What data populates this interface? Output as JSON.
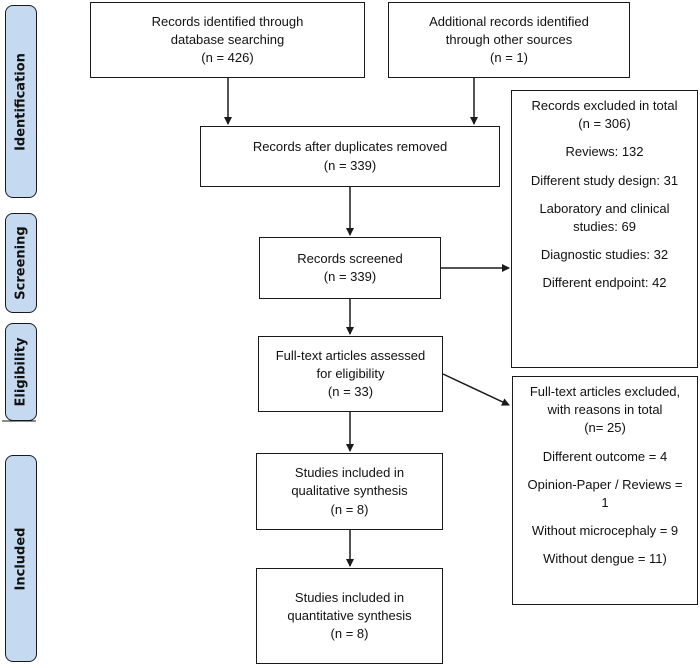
{
  "stages": {
    "identification": "Identification",
    "screening": "Screening",
    "eligibility": "Eligibility",
    "included": "Included"
  },
  "boxes": {
    "database": [
      "Records identified through",
      "database searching",
      "(n = 426)"
    ],
    "other_sources": [
      "Additional records identified",
      "through other sources",
      "(n = 1)"
    ],
    "after_duplicates": [
      "Records after duplicates removed",
      "(n = 339)"
    ],
    "screened": [
      "Records screened",
      "(n = 339)"
    ],
    "full_text": [
      "Full-text articles assessed",
      "for eligibility",
      "(n = 33)"
    ],
    "qualitative": [
      "Studies included in",
      "qualitative synthesis",
      "(n = 8)"
    ],
    "quantitative": [
      "Studies included in",
      "quantitative synthesis",
      "(n = 8)"
    ]
  },
  "excluded_records": {
    "head": [
      "Records excluded in total",
      "(n = 306)"
    ],
    "items": [
      [
        "Reviews: 132"
      ],
      [
        "Different study design: 31"
      ],
      [
        "Laboratory and clinical",
        "studies: 69"
      ],
      [
        "Diagnostic studies: 32"
      ],
      [
        "Different endpoint: 42"
      ]
    ]
  },
  "excluded_fulltext": {
    "head": [
      "Full-text articles excluded,",
      "with reasons in total",
      "(n= 25)"
    ],
    "items": [
      [
        "Different outcome = 4"
      ],
      [
        "Opinion-Paper / Reviews =",
        "1"
      ],
      [
        "Without microcephaly = 9"
      ],
      [
        "Without dengue = 11)"
      ]
    ]
  },
  "colors": {
    "stage_fill": "#c5d9f1",
    "border": "#1a1a1a"
  }
}
